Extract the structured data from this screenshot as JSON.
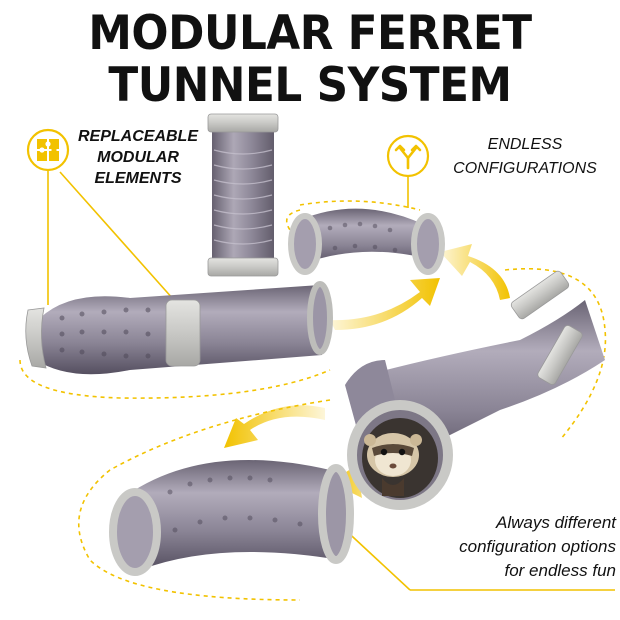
{
  "title": {
    "line1": "MODULAR FERRET",
    "line2": "TUNNEL SYSTEM"
  },
  "features": [
    {
      "icon": "puzzle-icon",
      "lines": [
        "REPLACEABLE",
        "MODULAR",
        "ELEMENTS"
      ]
    },
    {
      "icon": "fork-arrows-icon",
      "lines": [
        "ENDLESS",
        "CONFIGURATIONS"
      ]
    }
  ],
  "tagline": {
    "lines": [
      "Always different",
      "configuration options",
      "for endless fun"
    ]
  },
  "colors": {
    "accent": "#f2c200",
    "tube": "#8a8494",
    "connector": "#c9c9c6",
    "text": "#111111"
  }
}
